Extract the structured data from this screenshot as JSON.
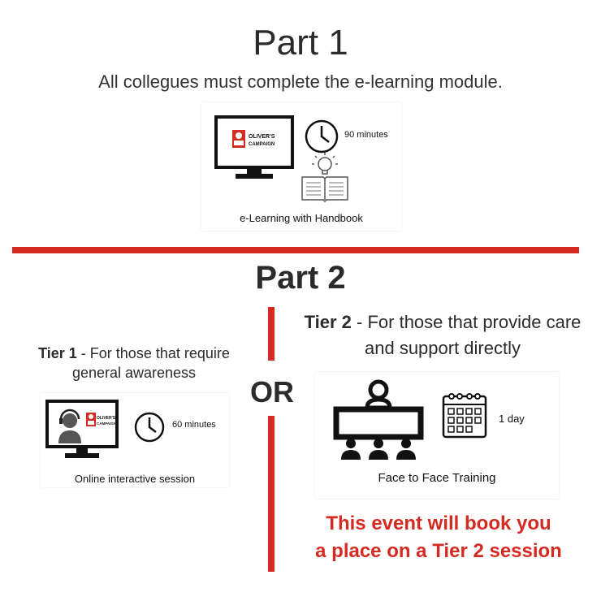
{
  "part1": {
    "title": "Part 1",
    "subtitle": "All collegues must complete the e-learning module.",
    "card": {
      "logo_line1": "OLIVER'S",
      "logo_line2": "CAMPAIGN",
      "duration": "90 minutes",
      "caption": "e-Learning with Handbook",
      "icons": [
        "monitor-icon",
        "clock-icon",
        "book-lightbulb-icon"
      ]
    }
  },
  "part2": {
    "title": "Part 2",
    "or_label": "OR",
    "tier1": {
      "label": "Tier 1",
      "description": " - For those that require general awareness",
      "card": {
        "logo_line1": "OLIVER'S",
        "logo_line2": "CAMPAIGN",
        "duration": "60 minutes",
        "caption": "Online interactive session",
        "icons": [
          "monitor-headset-icon",
          "clock-icon"
        ]
      }
    },
    "tier2": {
      "label": "Tier 2",
      "description": " - For those that provide care and support directly",
      "card": {
        "duration": "1 day",
        "caption": "Face to Face Training",
        "icons": [
          "classroom-icon",
          "calendar-icon"
        ]
      }
    },
    "notice_line1": "This event will book you",
    "notice_line2": "a place on a Tier 2 session"
  },
  "colors": {
    "accent": "#d42a22",
    "text": "#2b2b2b"
  }
}
